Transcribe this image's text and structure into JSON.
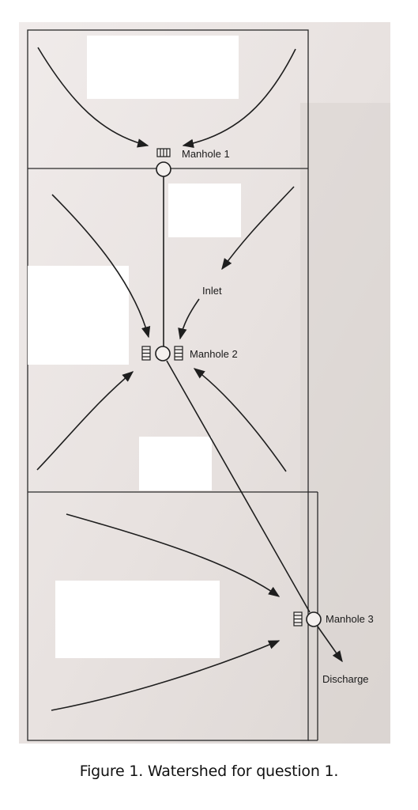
{
  "labels": {
    "manhole_1": "Manhole 1",
    "manhole_2": "Manhole 2",
    "manhole_3": "Manhole 3",
    "inlet": "Inlet",
    "discharge": "Discharge"
  },
  "caption": "Figure 1. Watershed for question 1.",
  "colors": {
    "paper": "#ebe6e4",
    "paper_shadow": "#d8d2cf",
    "ink": "#1e1e1e",
    "redaction_box": "#ffffff"
  }
}
